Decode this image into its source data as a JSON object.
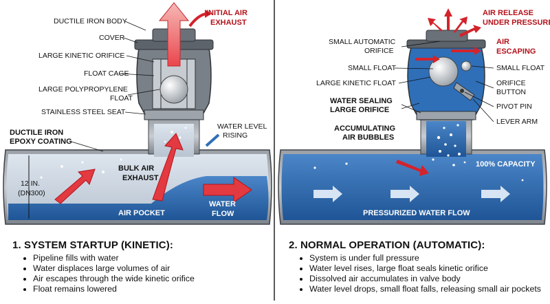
{
  "left_panel": {
    "labels": {
      "ductile_iron_body": "DUCTILE IRON BODY",
      "cover": "COVER",
      "large_kinetic_orifice": "LARGE KINETIC ORIFICE",
      "float_cage": "FLOAT CAGE",
      "large_polypropylene_1": "LARGE POLYPROPYLENE",
      "large_polypropylene_2": "FLOAT",
      "stainless_steel_seat": "STAINLESS STEEL SEAT",
      "initial_air_1": "INITIAL AIR",
      "initial_air_2": "EXHAUST",
      "ductile_iron_epoxy_1": "DUCTILE IRON",
      "ductile_iron_epoxy_2": "EPOXY COATING",
      "water_level_rising_1": "WATER LEVEL",
      "water_level_rising_2": "RISING",
      "pipe_size_1": "12 IN.",
      "pipe_size_2": "(DN300)",
      "bulk_air_1": "BULK AIR",
      "bulk_air_2": "EXHAUST",
      "air_pocket": "AIR POCKET",
      "water_flow_1": "WATER",
      "water_flow_2": "FLOW"
    },
    "caption": {
      "title": "1. SYSTEM STARTUP (KINETIC):",
      "bullets": [
        "Pipeline fills with water",
        "Water displaces large volumes of air",
        "Air escapes through the wide kinetic orifice",
        "Float remains lowered"
      ]
    }
  },
  "right_panel": {
    "labels": {
      "air_release_1": "AIR RELEASE",
      "air_release_2": "UNDER PRESSURE",
      "small_auto_orifice_1": "SMALL AUTOMATIC",
      "small_auto_orifice_2": "ORIFICE",
      "air_escaping_1": "AIR",
      "air_escaping_2": "ESCAPING",
      "small_float_left": "SMALL FLOAT",
      "small_float_right": "SMALL FLOAT",
      "large_kinetic_float": "LARGE KINETIC FLOAT",
      "orifice_button_1": "ORIFICE",
      "orifice_button_2": "BUTTON",
      "water_sealing_1": "WATER SEALING",
      "water_sealing_2": "LARGE ORIFICE",
      "pivot_pin": "PIVOT PIN",
      "lever_arm": "LEVER ARM",
      "accumulating_1": "ACCUMULATING",
      "accumulating_2": "AIR BUBBLES",
      "capacity": "100% CAPACITY",
      "pressurized_flow": "PRESSURIZED WATER FLOW"
    },
    "caption": {
      "title": "2. NORMAL OPERATION (AUTOMATIC):",
      "bullets": [
        "System is under full pressure",
        "Water level rises, large float seals kinetic orifice",
        "Dissolved air accumulates in valve body",
        "Water level drops, small float falls, releasing small air pockets"
      ]
    }
  },
  "colors": {
    "water": "#2f6fb8",
    "water_dark": "#1d4f8f",
    "air_arrow": "#d3232b",
    "label_red": "#b3121b",
    "metal": "#8a8f96"
  }
}
